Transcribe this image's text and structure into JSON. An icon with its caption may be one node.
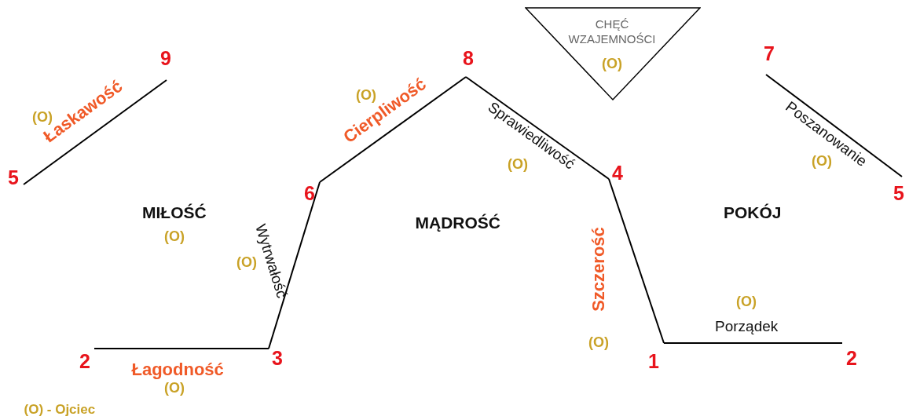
{
  "diagram": {
    "nodes": [
      {
        "text": [
          "5"
        ]
      },
      {
        "text": [
          "9"
        ]
      },
      {
        "text": [
          "8"
        ]
      },
      {
        "text": [
          "6"
        ]
      },
      {
        "text": [
          "4"
        ]
      },
      {
        "text": [
          "3"
        ]
      },
      {
        "text": [
          "2"
        ]
      },
      {
        "text": [
          "1"
        ]
      },
      {
        "text": [
          "2"
        ]
      },
      {
        "text": [
          "7"
        ]
      },
      {
        "text": [
          "5"
        ]
      },
      {
        "text": [
          "CHĘĆ WZAJEMNOŚCI",
          "(O)"
        ]
      }
    ],
    "edges": [
      {
        "from": 0,
        "to": 1,
        "arrow": "none",
        "label": "Łaskawość"
      },
      {
        "from": 3,
        "to": 2,
        "arrow": "none",
        "label": "Cierpliwość"
      },
      {
        "from": 2,
        "to": 4,
        "arrow": "none",
        "label": "Sprawiedliwość"
      },
      {
        "from": 5,
        "to": 3,
        "arrow": "none",
        "label": "Wytrwałość"
      },
      {
        "from": 4,
        "to": 7,
        "arrow": "none",
        "label": "Szczerość"
      },
      {
        "from": 9,
        "to": 10,
        "arrow": "none",
        "label": "Poszanowanie"
      },
      {
        "from": 6,
        "to": 5,
        "arrow": "none",
        "label": "Łagodność"
      },
      {
        "from": 7,
        "to": 8,
        "arrow": "none",
        "label": "Porządek"
      }
    ],
    "labels": [
      "(O)",
      "(O)",
      "MIŁOŚĆ",
      "(O)",
      "(O)",
      "(O)",
      "MĄDROŚĆ",
      "POKÓJ",
      "(O)",
      "(O)",
      "(O)",
      "(O)",
      "(O) - Ojciec"
    ]
  }
}
